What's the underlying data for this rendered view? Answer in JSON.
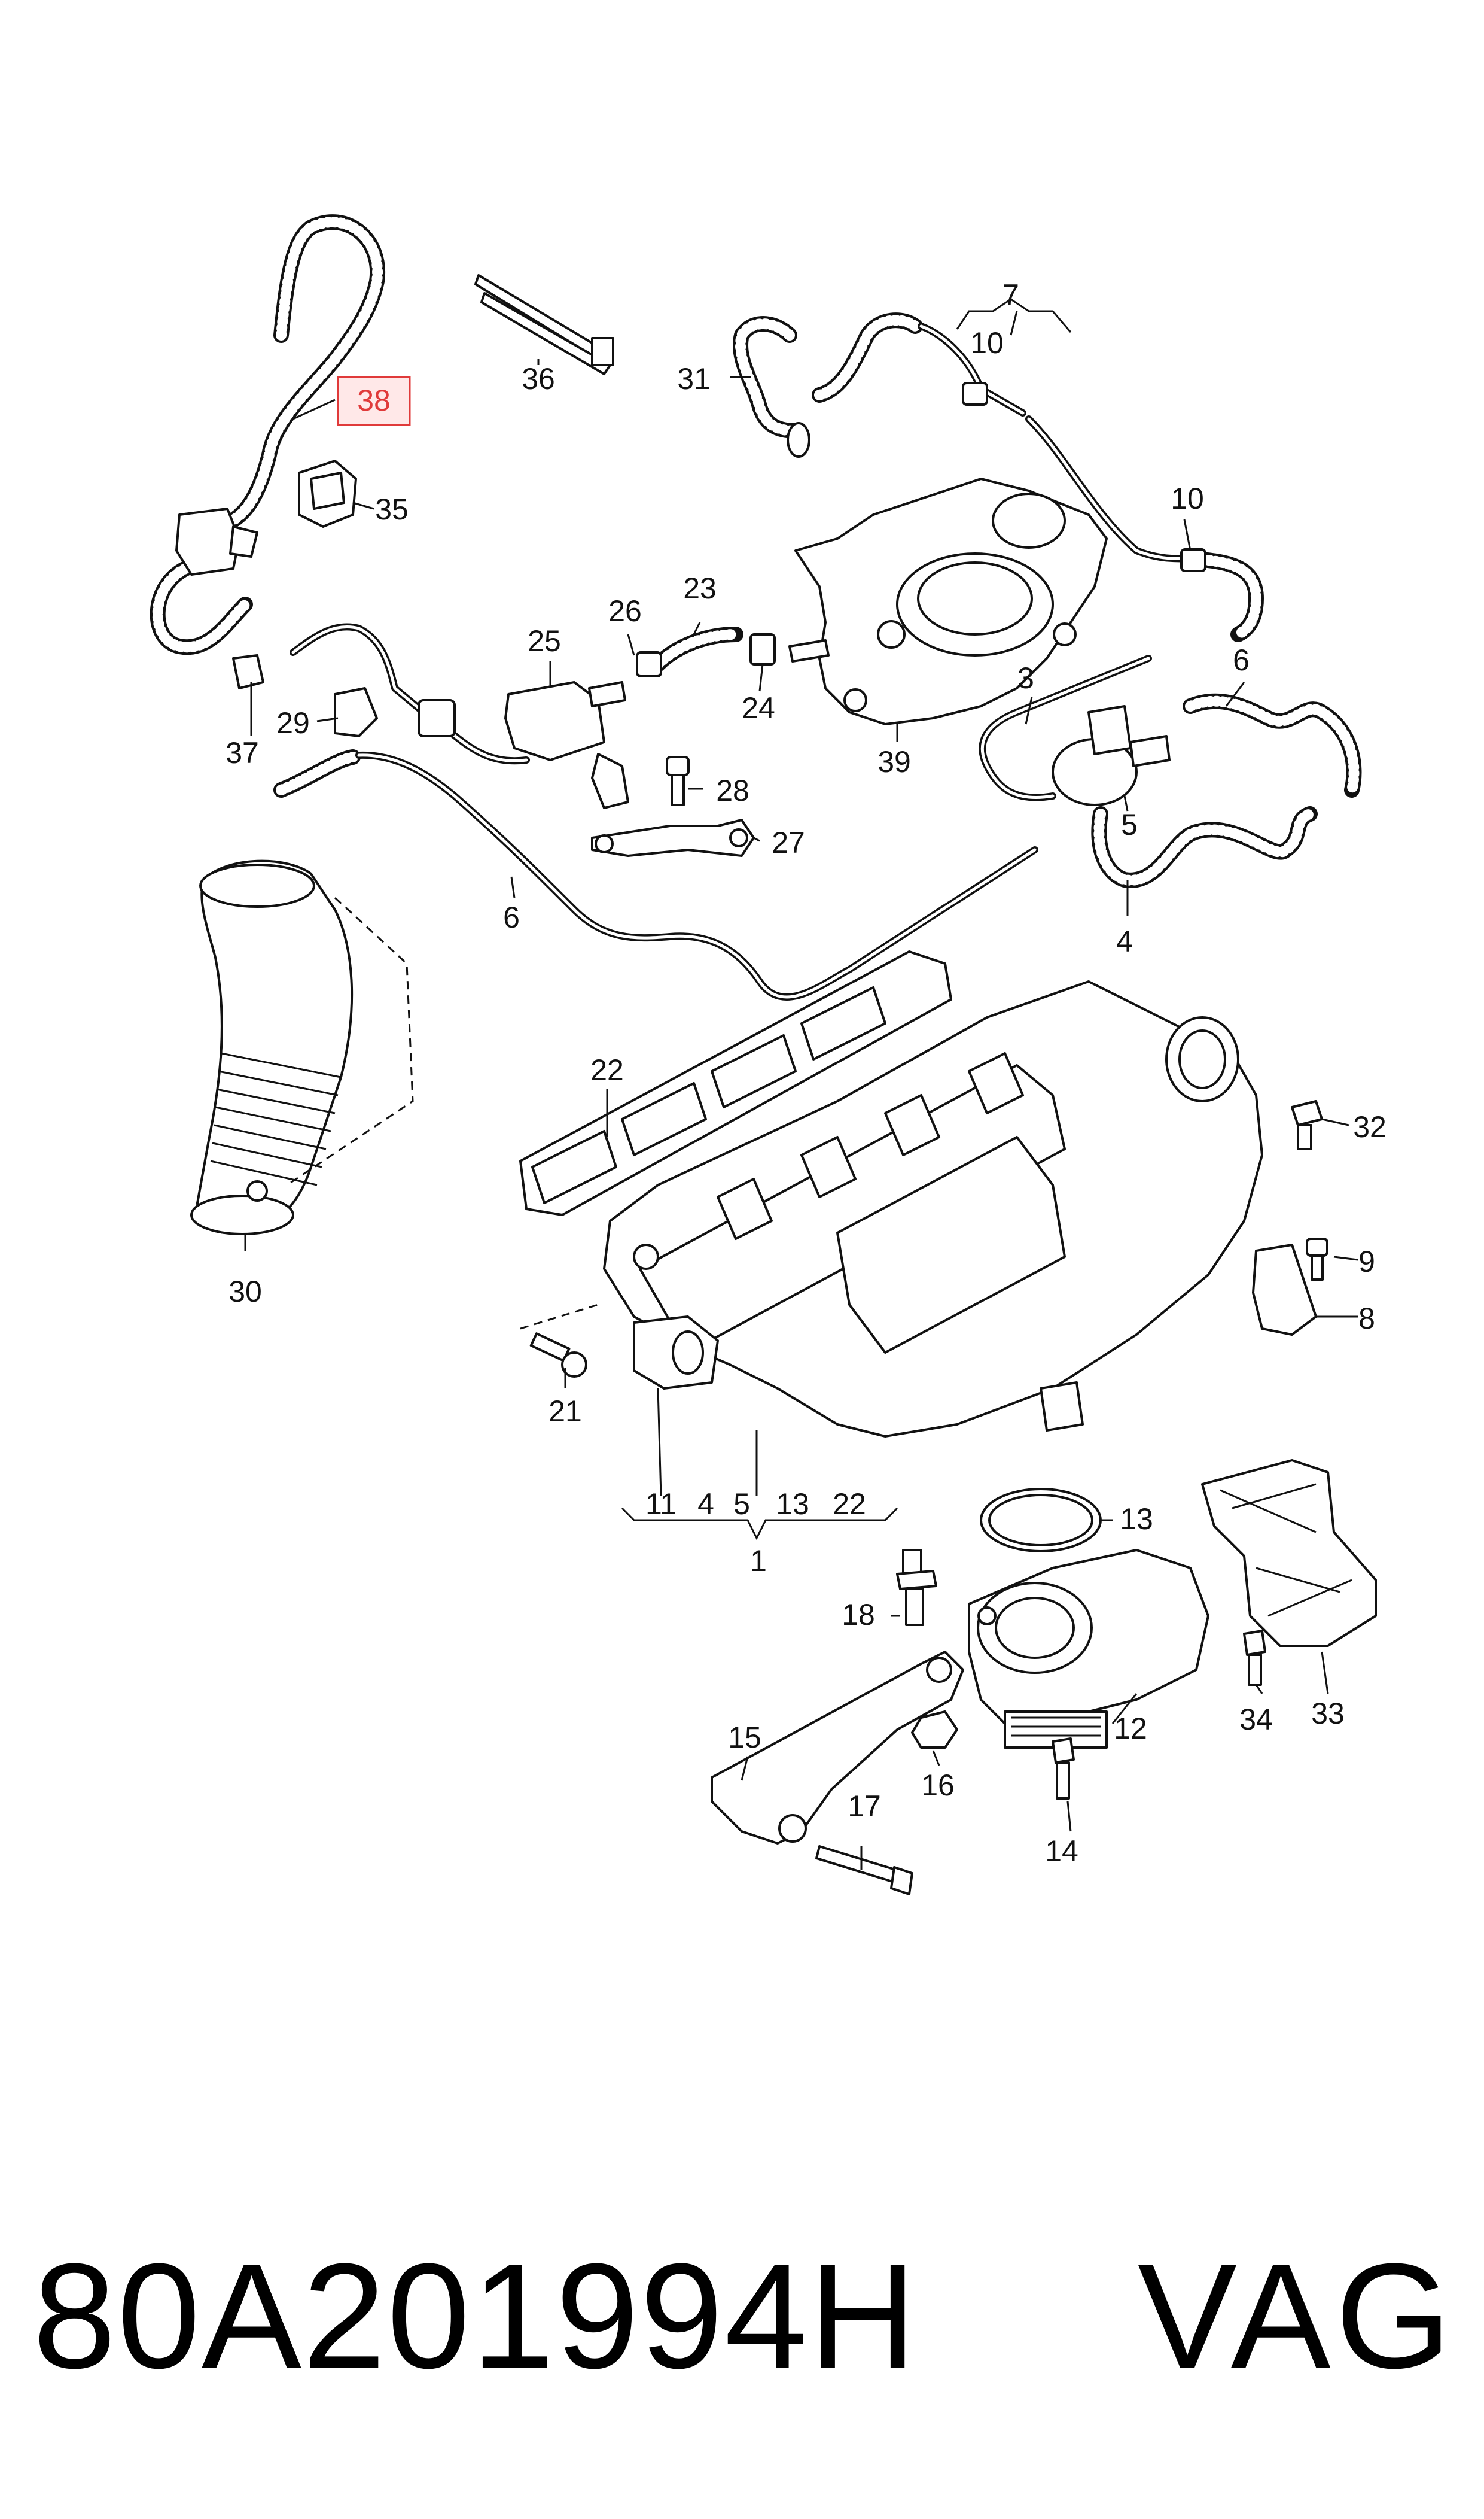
{
  "callouts": {
    "c1": "1",
    "c3": "3",
    "c4": "4",
    "c5": "5",
    "c6a": "6",
    "c6b": "6",
    "c7": "7",
    "c8": "8",
    "c9": "9",
    "c10a": "10",
    "c10b": "10",
    "c12": "12",
    "c13": "13",
    "c14": "14",
    "c15": "15",
    "c16": "16",
    "c17": "17",
    "c18": "18",
    "c21": "21",
    "c22": "22",
    "c23": "23",
    "c24": "24",
    "c25": "25",
    "c26": "26",
    "c27": "27",
    "c28": "28",
    "c29": "29",
    "c30": "30",
    "c31": "31",
    "c32": "32",
    "c33": "33",
    "c34": "34",
    "c35": "35",
    "c36": "36",
    "c37": "37",
    "c38": "38",
    "c39": "39",
    "group1": [
      "11",
      "4",
      "5",
      "13",
      "22"
    ]
  },
  "highlighted_callout": "38",
  "highlight_color": "#e03a3a",
  "footer": {
    "part_number": "80A201994H",
    "brand": "VAG"
  }
}
